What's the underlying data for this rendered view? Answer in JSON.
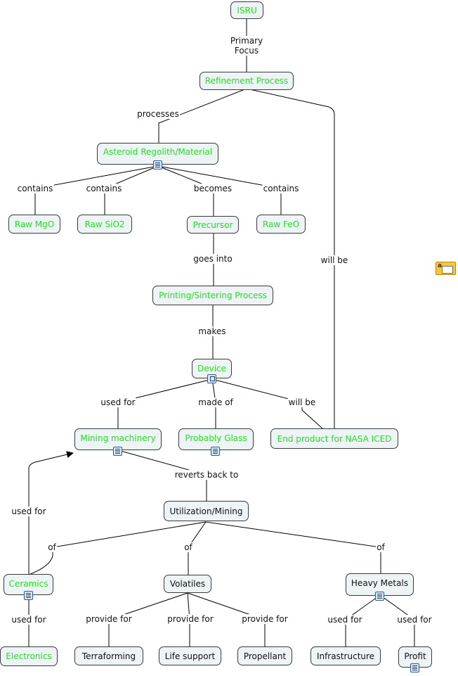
{
  "nodes": {
    "isru": "ISRU",
    "refinement": "Refinement Process",
    "regolith": "Asteroid Regolith/Material",
    "mgo": "Raw MgO",
    "sio2": "Raw SiO2",
    "precursor": "Precursor",
    "feo": "Raw FeO",
    "printing": "Printing/Sintering Process",
    "device": "Device",
    "mining": "Mining machinery",
    "glass": "Probably Glass",
    "nasa": "End product for NASA ICED",
    "utilization": "Utilization/Mining",
    "ceramics": "Ceramics",
    "volatiles": "Volatiles",
    "metals": "Heavy Metals",
    "electronics": "Electronics",
    "terraforming": "Terraforming",
    "life": "Life support",
    "propellant": "Propellant",
    "infrastructure": "Infrastructure",
    "profit": "Profit"
  },
  "labels": {
    "primary_focus": "Primary\nFocus",
    "processes": "processes",
    "contains1": "contains",
    "contains2": "contains",
    "becomes": "becomes",
    "contains3": "contains",
    "will_be1": "will be",
    "goes_into": "goes into",
    "makes": "makes",
    "used_for1": "used for",
    "made_of": "made of",
    "will_be2": "will be",
    "reverts": "reverts back to",
    "used_for2": "used for",
    "of1": "of",
    "of2": "of",
    "of3": "of",
    "used_for3": "used for",
    "provide1": "provide for",
    "provide2": "provide for",
    "provide3": "provide for",
    "used_for4": "used for",
    "used_for5": "used for"
  },
  "colors": {
    "green_text": "#22e222",
    "black_text": "#111111",
    "node_fill": "#eef3f6"
  },
  "icons": {
    "note": "annotation-note-icon",
    "resource": "resource-document-icon",
    "submap": "submap-tree-icon"
  }
}
